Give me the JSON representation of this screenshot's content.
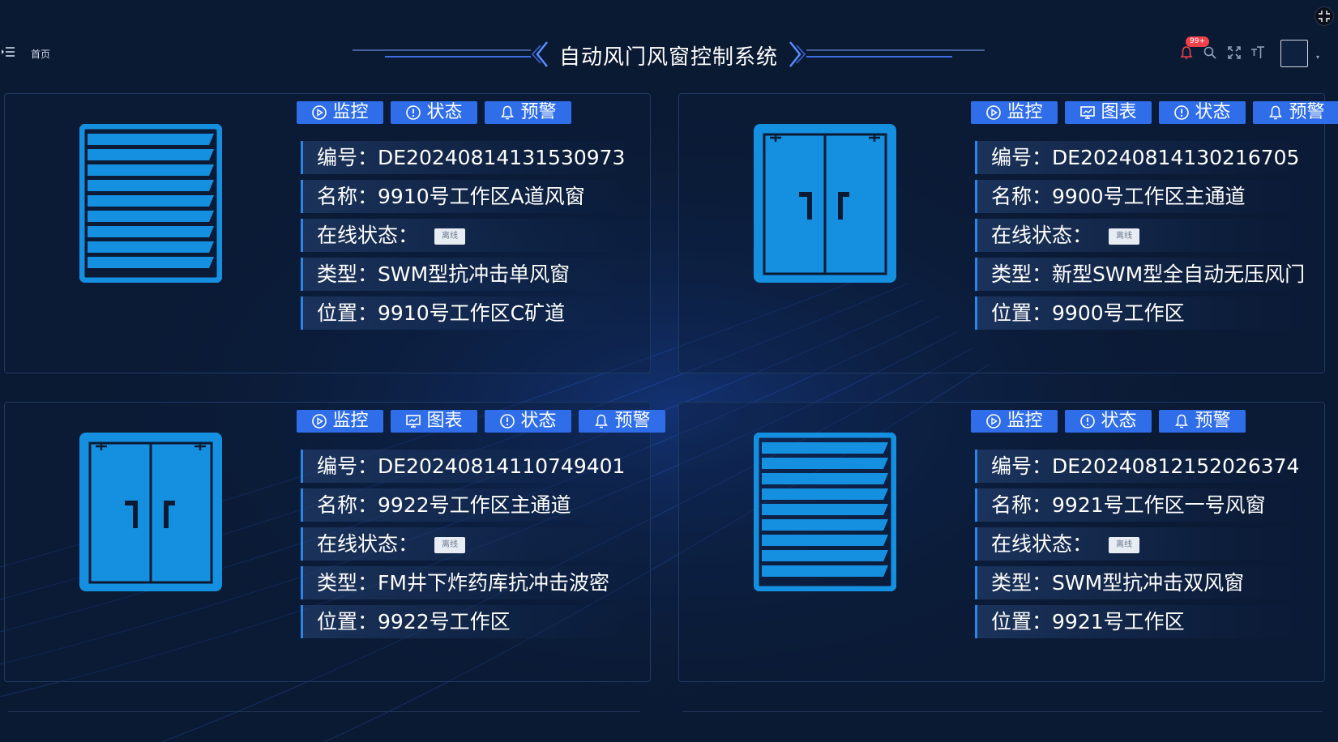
{
  "header": {
    "breadcrumb": "首页",
    "title": "自动风门风窗控制系统",
    "notification_badge": "99+"
  },
  "colors": {
    "background": "#0b1a33",
    "button": "#2f6ee8",
    "device_icon": "#1590e0",
    "card_border": "#1f3a63",
    "row_accent": "#2a86e8"
  },
  "labels": {
    "code": "编号：",
    "name": "名称：",
    "online_status": "在线状态：",
    "type": "类型：",
    "location": "位置："
  },
  "buttons": {
    "monitor": "监控",
    "chart": "图表",
    "status": "状态",
    "alert": "预警"
  },
  "devices": [
    {
      "icon": "louver-window-icon",
      "buttons": [
        "monitor",
        "status",
        "alert"
      ],
      "code": "DE20240814131530973",
      "name": "9910号工作区A道风窗",
      "online_status": "离线",
      "type": "SWM型抗冲击单风窗",
      "location": "9910号工作区C矿道"
    },
    {
      "icon": "double-door-icon",
      "buttons": [
        "monitor",
        "chart",
        "status",
        "alert"
      ],
      "code": "DE20240814130216705",
      "name": "9900号工作区主通道",
      "online_status": "离线",
      "type": "新型SWM型全自动无压风门",
      "location": "9900号工作区"
    },
    {
      "icon": "double-door-icon",
      "buttons": [
        "monitor",
        "chart",
        "status",
        "alert"
      ],
      "code": "DE20240814110749401",
      "name": "9922号工作区主通道",
      "online_status": "离线",
      "type": "FM井下炸药库抗冲击波密",
      "location": "9922号工作区"
    },
    {
      "icon": "louver-window-icon",
      "buttons": [
        "monitor",
        "status",
        "alert"
      ],
      "code": "DE20240812152026374",
      "name": "9921号工作区一号风窗",
      "online_status": "离线",
      "type": "SWM型抗冲击双风窗",
      "location": "9921号工作区"
    }
  ]
}
